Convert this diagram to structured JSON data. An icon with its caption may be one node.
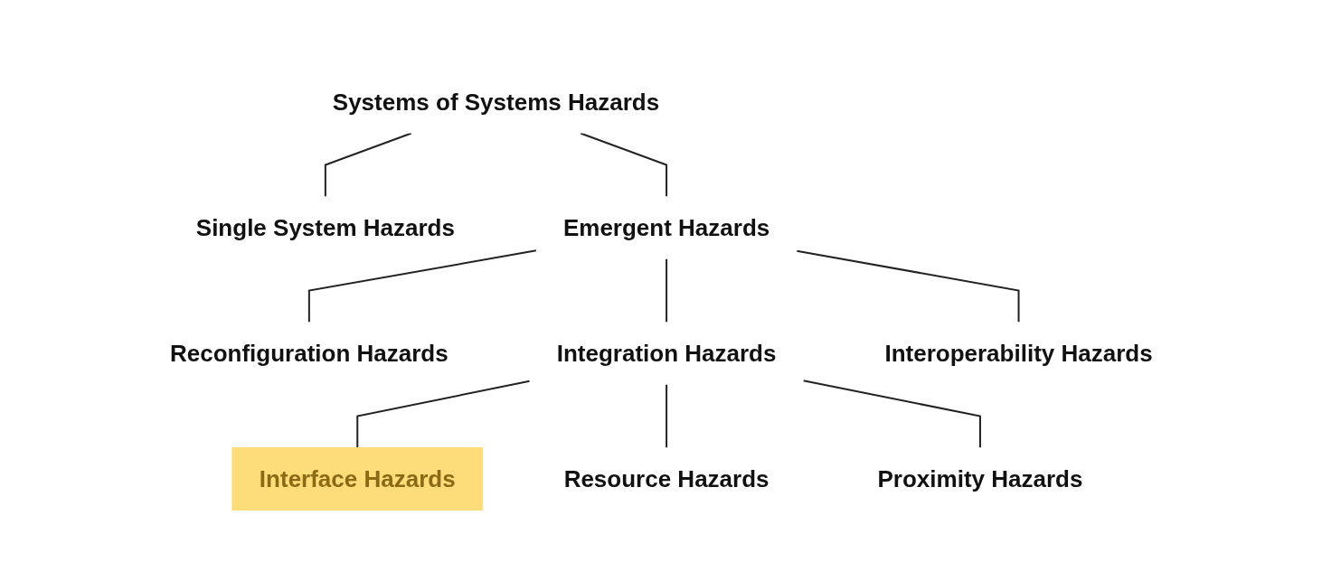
{
  "diagram": {
    "nodes": [
      {
        "text": [
          "Systems of Systems Hazards"
        ]
      },
      {
        "text": [
          "Single System Hazards"
        ]
      },
      {
        "text": [
          "Emergent Hazards"
        ]
      },
      {
        "text": [
          "Reconfiguration Hazards"
        ]
      },
      {
        "text": [
          "Integration Hazards"
        ]
      },
      {
        "text": [
          "Interoperability Hazards"
        ]
      },
      {
        "text": [
          "Interface Hazards"
        ]
      },
      {
        "text": [
          "Resource Hazards"
        ]
      },
      {
        "text": [
          "Proximity Hazards"
        ]
      }
    ],
    "edges": [
      {
        "from": 0,
        "to": 1,
        "arrow": "none"
      },
      {
        "from": 0,
        "to": 2,
        "arrow": "none"
      },
      {
        "from": 2,
        "to": 3,
        "arrow": "none"
      },
      {
        "from": 2,
        "to": 4,
        "arrow": "none"
      },
      {
        "from": 2,
        "to": 5,
        "arrow": "none"
      },
      {
        "from": 4,
        "to": 6,
        "arrow": "none"
      },
      {
        "from": 4,
        "to": 7,
        "arrow": "none"
      },
      {
        "from": 4,
        "to": 8,
        "arrow": "none"
      }
    ]
  }
}
